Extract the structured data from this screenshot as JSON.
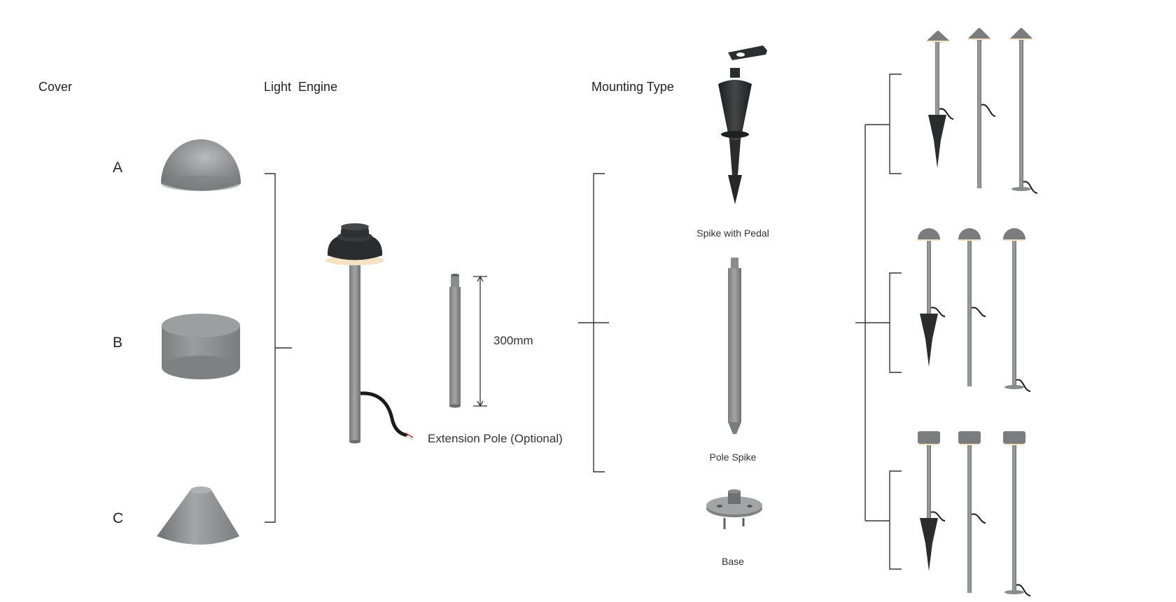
{
  "headers": {
    "cover": "Cover",
    "light_engine": "Light  Engine",
    "mounting_type": "Mounting Type"
  },
  "cover_options": [
    {
      "letter": "A",
      "shape": "dome"
    },
    {
      "letter": "B",
      "shape": "cylinder"
    },
    {
      "letter": "C",
      "shape": "cone"
    }
  ],
  "extension": {
    "length_label": "300mm",
    "caption": "Extension Pole (Optional)"
  },
  "mounting_options": [
    {
      "caption": "Spike with Pedal"
    },
    {
      "caption": "Pole Spike"
    },
    {
      "caption": "Base"
    }
  ],
  "colors": {
    "metal": "#8e9092",
    "metal_dark": "#5f6163",
    "spike_black": "#2b2c2d",
    "bracket_line": "#333333",
    "warm_glow": "#f4e3c2"
  },
  "icons": {
    "cover_a": "dome-cover-icon",
    "cover_b": "cylinder-cover-icon",
    "cover_c": "cone-cover-icon",
    "engine": "light-engine-icon",
    "extension": "extension-pole-icon",
    "spike_pedal": "spike-with-pedal-icon",
    "pole_spike": "pole-spike-icon",
    "base": "base-plate-icon"
  }
}
